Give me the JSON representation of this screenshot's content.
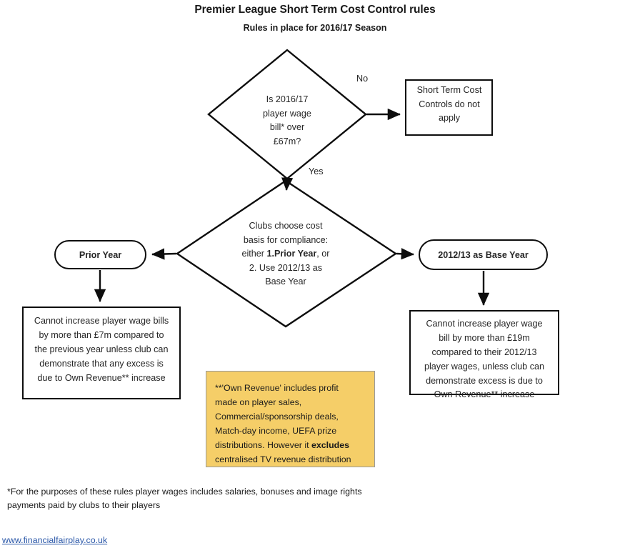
{
  "title": {
    "main": "Premier League Short Term Cost Control rules",
    "sub": "Rules in place for 2016/17 Season"
  },
  "decision_1": {
    "name": "wage-bill-threshold-decision",
    "line_1": "Is 2016/17",
    "line_2": "player wage",
    "line_3": "bill* over",
    "line_4": "£67m?",
    "full_text": "Is 2016/17 player wage bill* over £67m?"
  },
  "decision_2": {
    "name": "cost-basis-choice-decision",
    "line_1": "Clubs choose cost",
    "line_2": "basis for compliance:",
    "line_3_prefix": "either ",
    "line_3_bold": "1.Prior Year",
    "line_3_suffix": ", or",
    "line_4_bold": "2. Use 2012/13  as",
    "line_5_bold": "Base Year",
    "full_text": "Clubs choose cost basis for compliance: either 1.Prior Year, or 2. Use 2012/13 as Base Year"
  },
  "edges": {
    "no_label": "No",
    "yes_label": "Yes"
  },
  "outcome_no_apply": {
    "line_1": "Short Term Cost",
    "line_2": "Controls do not",
    "line_3": "apply",
    "full_text": "Short Term Cost Controls do not apply"
  },
  "branch_prior_year": {
    "label": "Prior Year"
  },
  "branch_base_year": {
    "label": "2012/13  as Base Year"
  },
  "outcome_prior_year": {
    "line_1": "Cannot increase player wage bills",
    "line_2": "by more than £7m compared to",
    "line_3": "the previous year unless club can",
    "line_4": "demonstrate that any excess is",
    "line_5": "due to Own Revenue** increase",
    "full_text": "Cannot increase player wage bills by more than £7m compared to the previous year unless club can demonstrate that any excess is due to Own Revenue** increase"
  },
  "outcome_base_year": {
    "line_1": "Cannot increase player wage",
    "line_2": "bill by more than  £19m",
    "line_3": "compared to their 2012/13",
    "line_4": "player wages, unless club can",
    "line_5": "demonstrate excess is due to",
    "line_6": "Own Revenue** increase",
    "full_text": "Cannot increase player wage bill by more than £19m compared to their 2012/13 player wages, unless club can demonstrate excess is due to Own Revenue** increase"
  },
  "note": {
    "line_1": "**'Own Revenue' includes profit",
    "line_2": "made on player sales,",
    "line_3": "Commercial/sponsorship deals,",
    "line_4": "Match-day income, UEFA prize",
    "line_5_prefix": "distributions. However it ",
    "line_5_bold": "excludes",
    "line_6": "centralised TV revenue distribution",
    "full_text": "**'Own Revenue' includes profit made on player sales, Commercial/sponsorship deals, Match-day income, UEFA prize distributions. However it excludes centralised TV revenue distribution",
    "background_color": "#F5CE68",
    "border_color": "#9a9a9a"
  },
  "footnote": {
    "line_1": "*For the purposes of these rules player wages includes salaries, bonuses and image rights",
    "line_2": "payments paid by clubs to their players"
  },
  "link": {
    "text": "www.financialfairplay.co.uk",
    "color": "#2a57a8"
  }
}
